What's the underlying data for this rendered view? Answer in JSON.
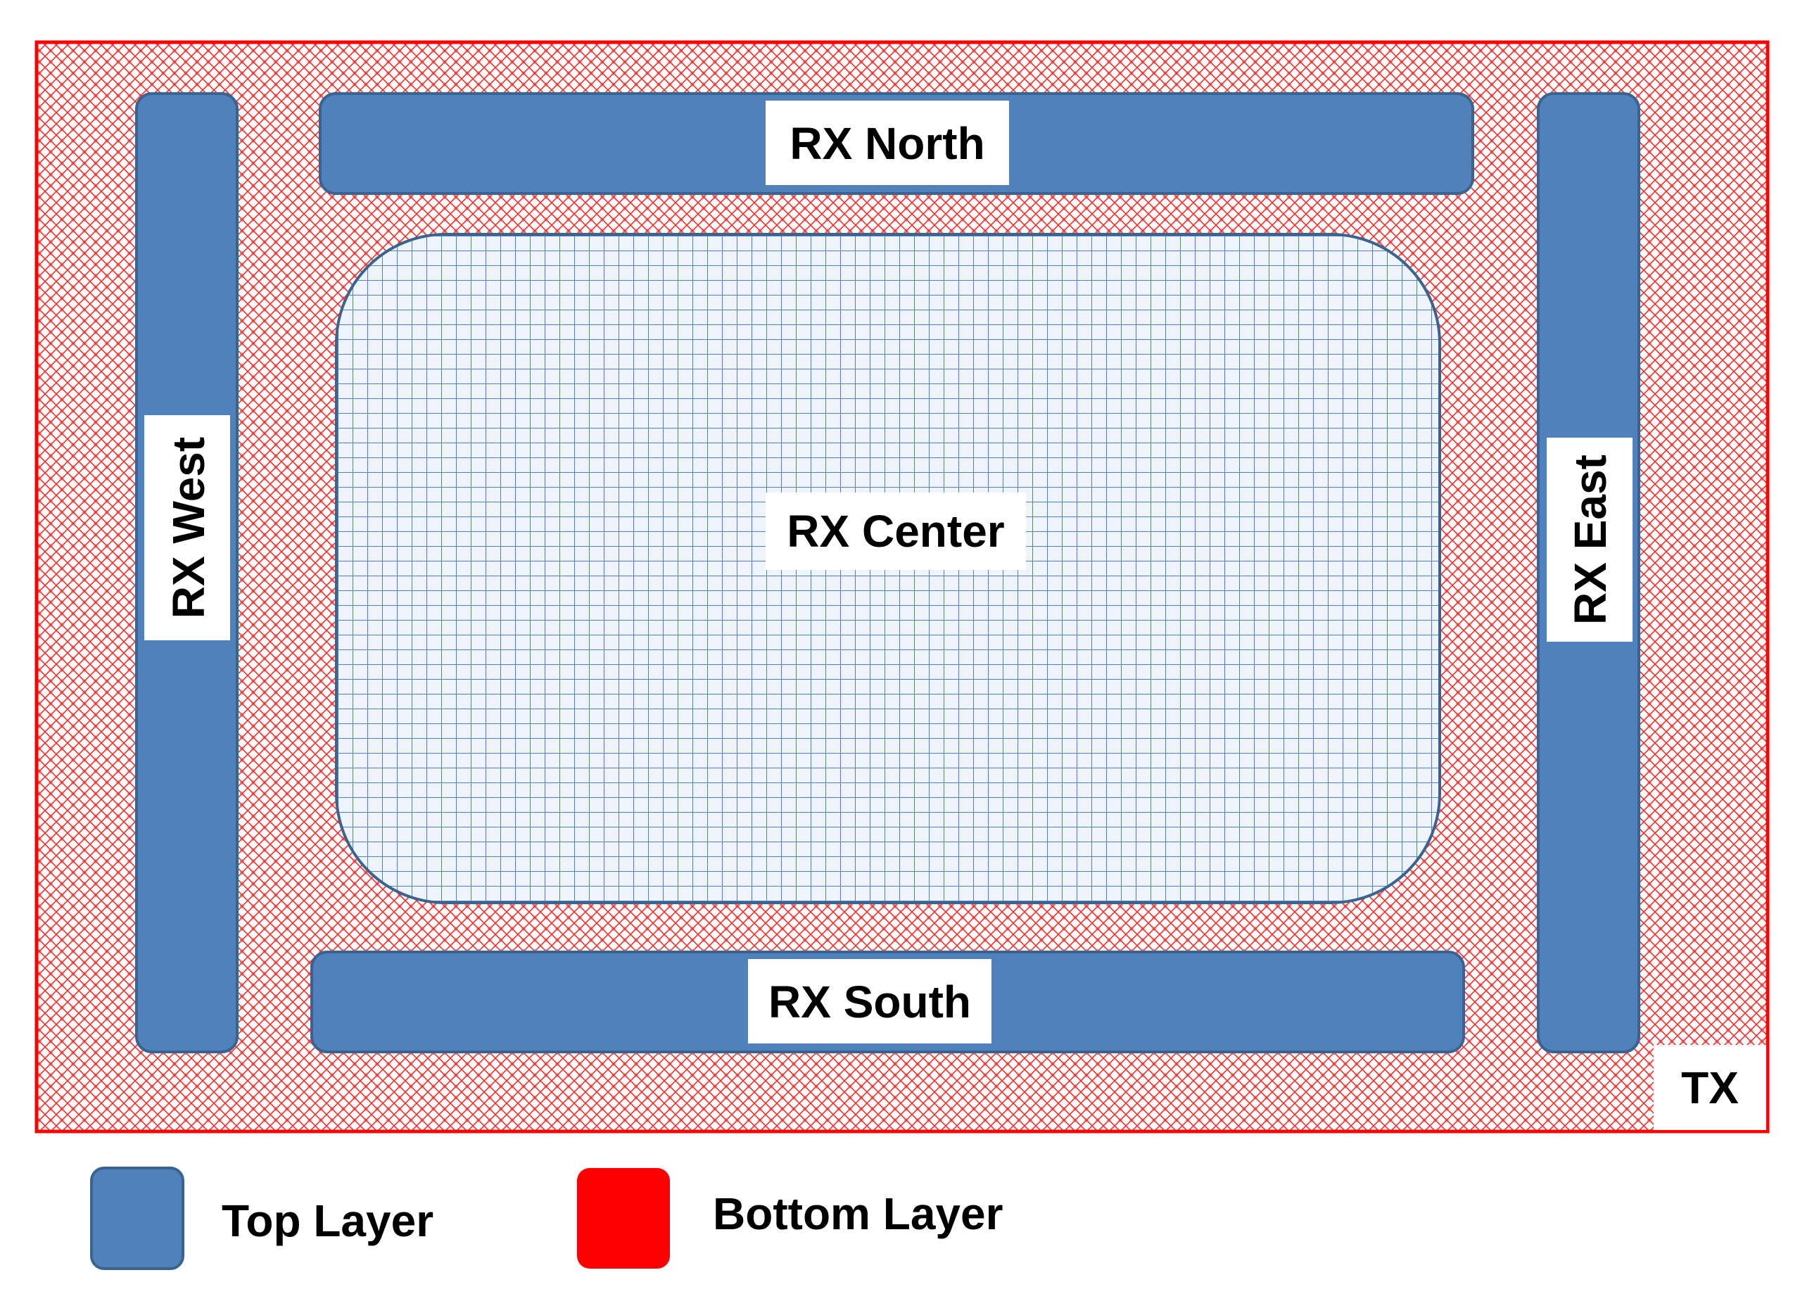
{
  "colors": {
    "top_layer": "#4f81bd",
    "top_layer_border": "#3a6490",
    "bottom_layer": "#ff0000",
    "center_grid_line": "#4f81bd",
    "center_fill": "#eef4fb",
    "label_background": "#ffffff",
    "text": "#000000"
  },
  "tx": {
    "label": "TX",
    "pattern": "red crosshatch"
  },
  "receivers": {
    "north": {
      "label": "RX North"
    },
    "south": {
      "label": "RX South"
    },
    "west": {
      "label": "RX West"
    },
    "east": {
      "label": "RX East"
    },
    "center": {
      "label": "RX Center",
      "pattern": "blue grid"
    }
  },
  "legend": {
    "items": [
      {
        "label": "Top Layer",
        "color": "#4f81bd",
        "icon": "top-layer-swatch"
      },
      {
        "label": "Bottom Layer",
        "color": "#ff0000",
        "icon": "bottom-layer-swatch"
      }
    ]
  }
}
